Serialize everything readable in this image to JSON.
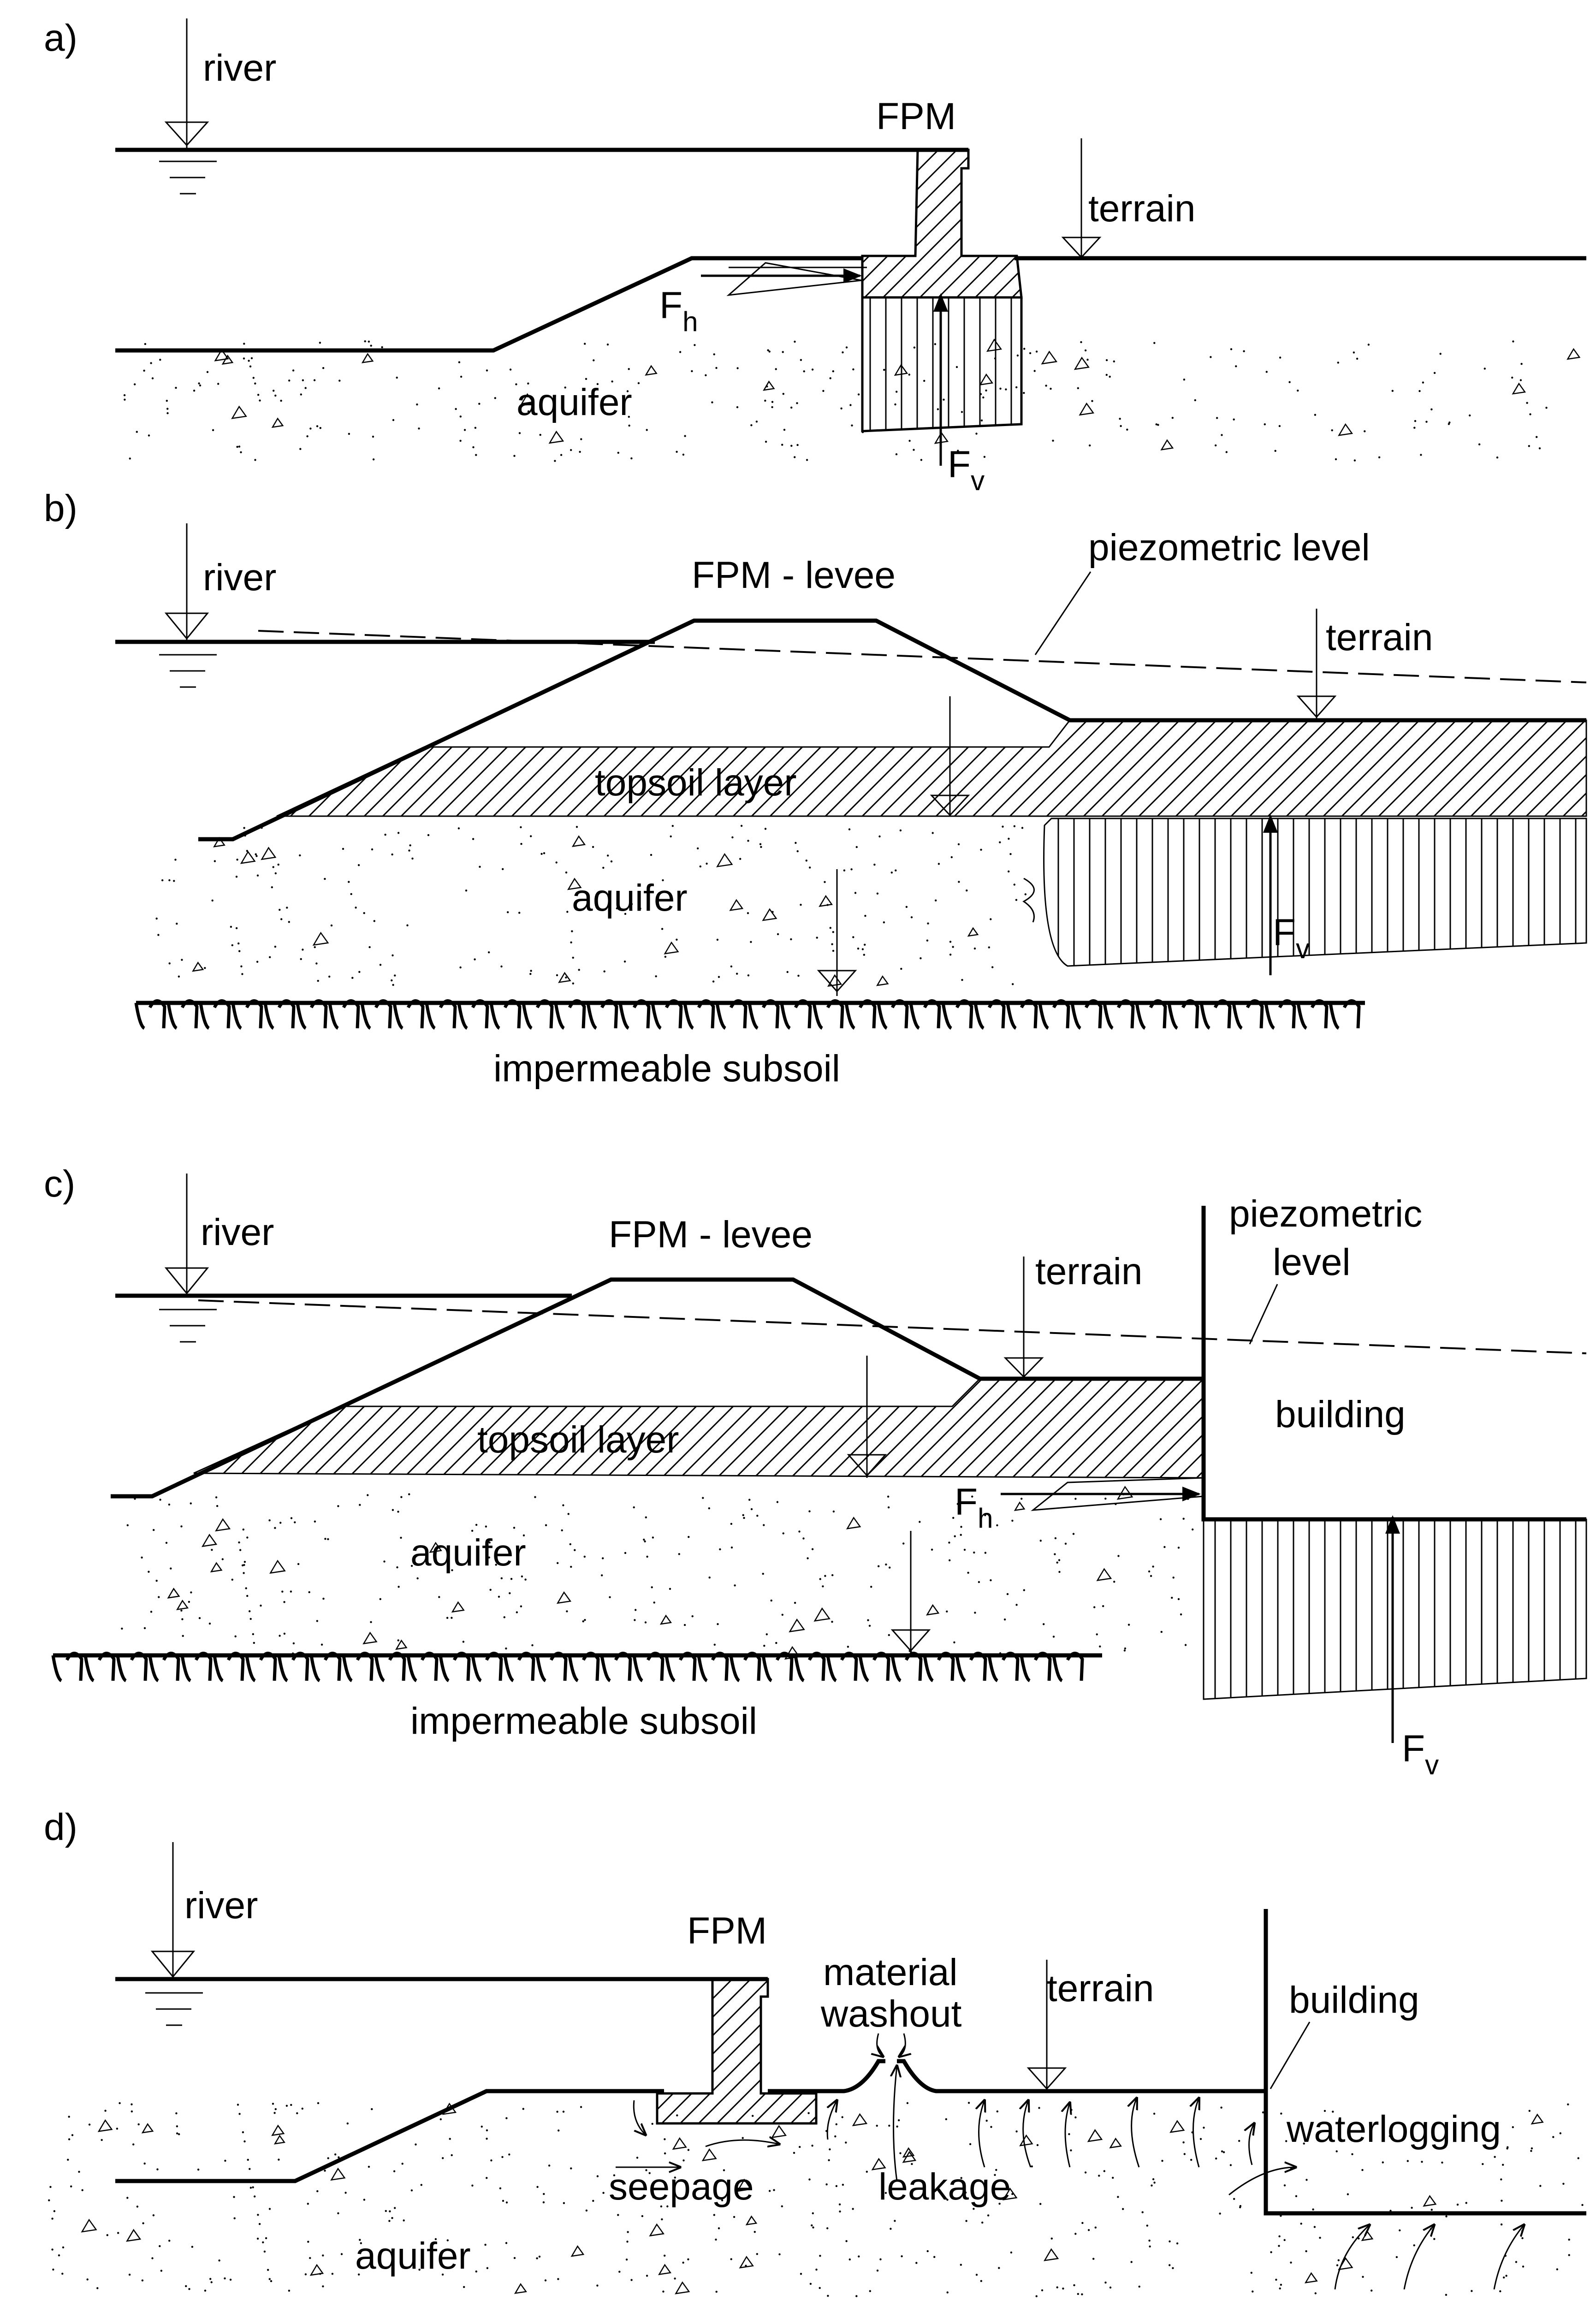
{
  "panels": [
    {
      "id": "a",
      "label": "a)",
      "texts": {
        "river": "river",
        "fpm": "FPM",
        "terrain": "terrain",
        "aquifer": "aquifer",
        "fh_main": "F",
        "fh_sub": "h",
        "fv_main": "F",
        "fv_sub": "v"
      }
    },
    {
      "id": "b",
      "label": "b)",
      "texts": {
        "river": "river",
        "fpm": "FPM - levee",
        "piezometric": "piezometric level",
        "terrain": "terrain",
        "topsoil": "topsoil layer",
        "aquifer": "aquifer",
        "subsoil": "impermeable subsoil",
        "fv_main": "F",
        "fv_sub": "v"
      }
    },
    {
      "id": "c",
      "label": "c)",
      "texts": {
        "river": "river",
        "fpm": "FPM - levee",
        "piezometric_1": "piezometric",
        "piezometric_2": "level",
        "terrain": "terrain",
        "building": "building",
        "topsoil": "topsoil layer",
        "aquifer": "aquifer",
        "subsoil": "impermeable subsoil",
        "fh_main": "F",
        "fh_sub": "h",
        "fv_main": "F",
        "fv_sub": "v"
      }
    },
    {
      "id": "d",
      "label": "d)",
      "texts": {
        "river": "river",
        "fpm": "FPM",
        "material_1": "material",
        "material_2": "washout",
        "terrain": "terrain",
        "building": "building",
        "waterlogging": "waterlogging",
        "seepage": "seepage",
        "leakage": "leakage",
        "aquifer": "aquifer"
      }
    }
  ],
  "colors": {
    "line": "#000000",
    "background": "#ffffff"
  }
}
